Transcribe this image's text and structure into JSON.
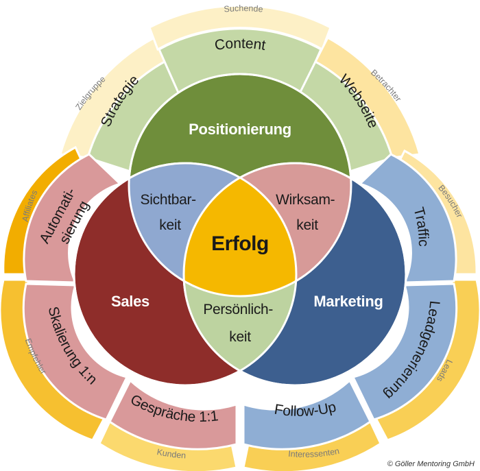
{
  "circles": {
    "top": {
      "label": "Positionierung",
      "color": "#6f8e3b"
    },
    "left": {
      "label": "Sales",
      "color": "#8e2d2a"
    },
    "right": {
      "label": "Marketing",
      "color": "#3d5f8f"
    }
  },
  "overlaps": {
    "top_left": {
      "lines": [
        "Sichtbar-",
        "keit"
      ],
      "color": "#8fa8d0"
    },
    "top_right": {
      "lines": [
        "Wirksam-",
        "keit"
      ],
      "color": "#d79a98"
    },
    "left_right": {
      "lines": [
        "Persönlich-",
        "keit"
      ],
      "color": "#bdd3a0"
    },
    "center": {
      "label": "Erfolg",
      "color": "#f5b800"
    }
  },
  "inner_ring": [
    {
      "label": "Strategie",
      "color": "#c4d8a6"
    },
    {
      "label": "Content",
      "color": "#c4d8a6"
    },
    {
      "label": "Webseite",
      "color": "#c4d8a6"
    },
    {
      "label": "Traffic",
      "color": "#8faed4"
    },
    {
      "label": "Leadgenerierung",
      "color": "#8faed4"
    },
    {
      "label": "Follow-Up",
      "color": "#8faed4"
    },
    {
      "label": "Gespräche 1:1",
      "color": "#d9999a"
    },
    {
      "label": "Skalierung 1:n",
      "color": "#d9999a"
    },
    {
      "lines": [
        "Automati-",
        "sierung"
      ],
      "color": "#d9999a"
    }
  ],
  "outer_ring": [
    {
      "label": "Zielgruppe",
      "color": "#fdf0c6"
    },
    {
      "label": "Suchende",
      "color": "#fdf0c6"
    },
    {
      "label": "Betrachter",
      "color": "#fde4a0"
    },
    {
      "label": "Besucher",
      "color": "#fde4a0"
    },
    {
      "label": "Leads",
      "color": "#f9cf55"
    },
    {
      "label": "Interessenten",
      "color": "#f9cf55"
    },
    {
      "label": "Kunden",
      "color": "#fbd96e"
    },
    {
      "label": "Empfehler",
      "color": "#f6c030"
    },
    {
      "label": "Affiliates",
      "color": "#f2ad00"
    }
  ],
  "copyright": "© Göller Mentoring GmbH"
}
